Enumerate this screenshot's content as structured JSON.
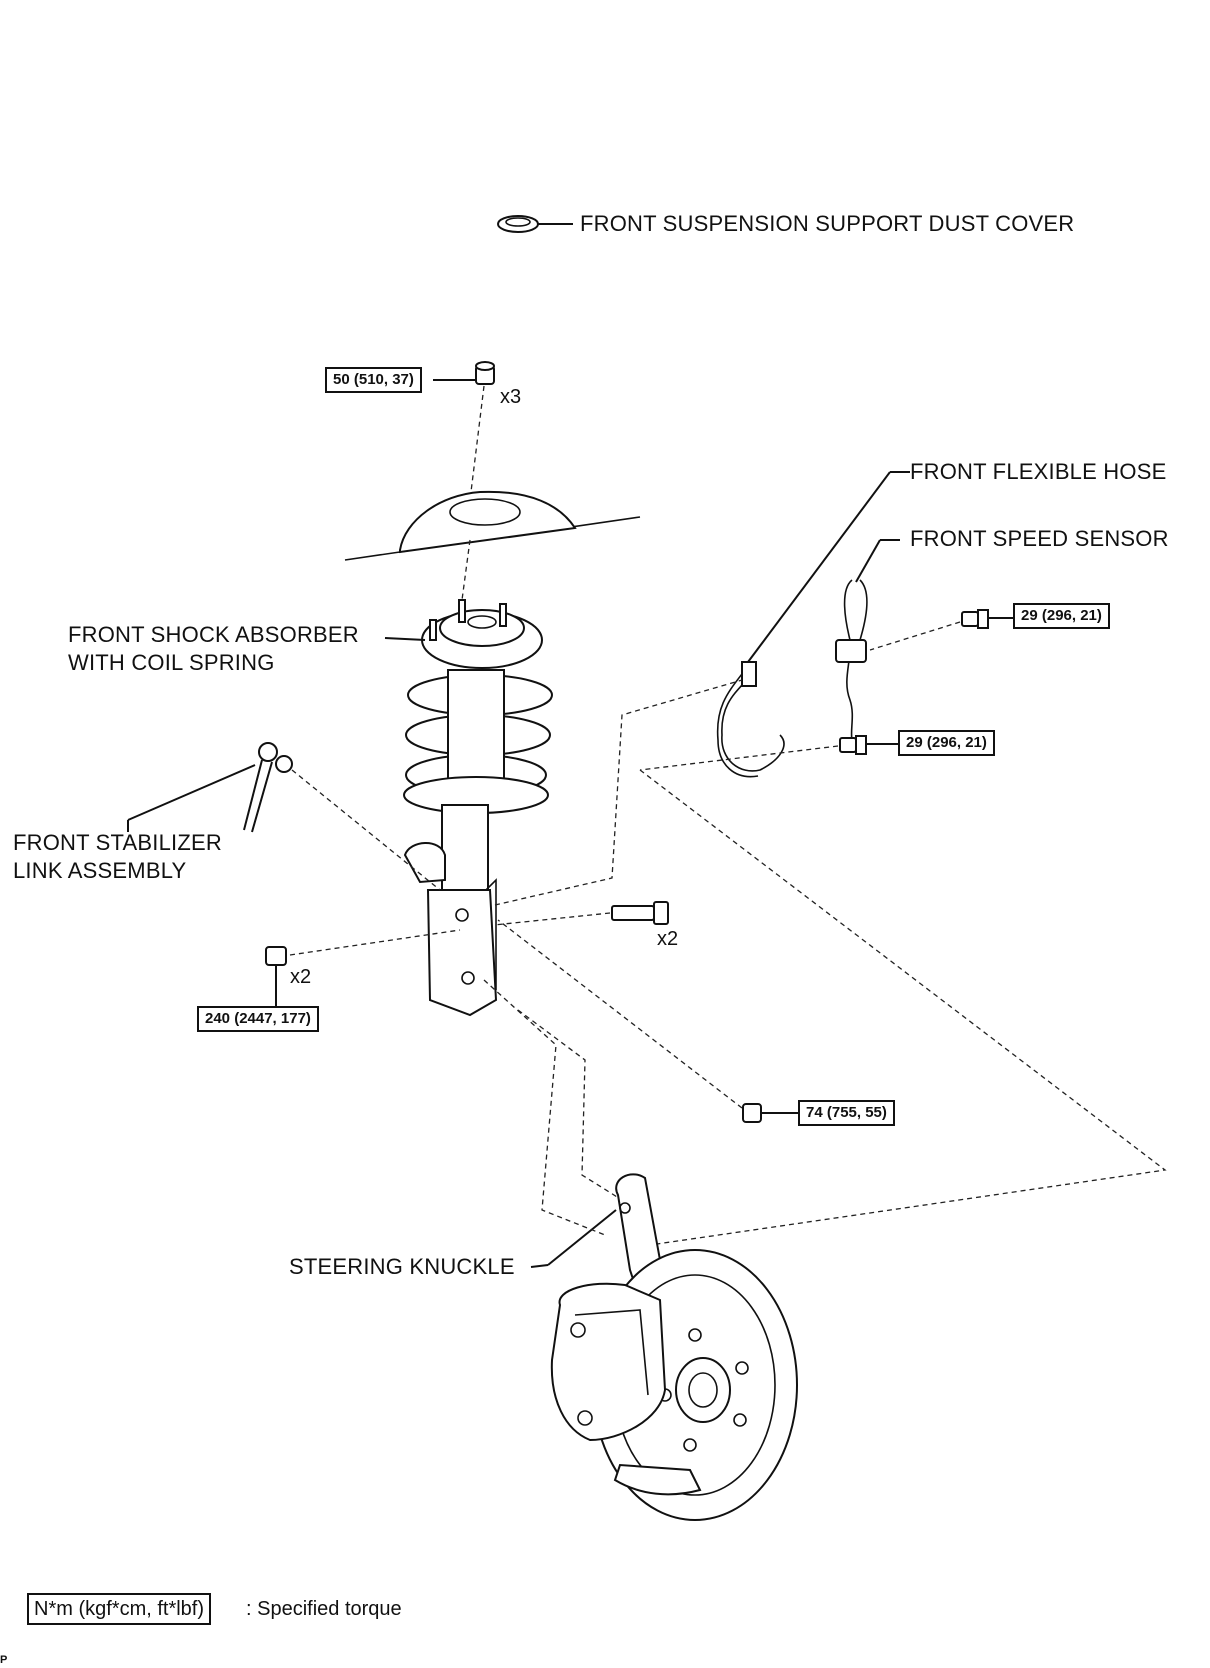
{
  "labels": {
    "dust_cover": "FRONT SUSPENSION SUPPORT DUST COVER",
    "flexible_hose": "FRONT FLEXIBLE HOSE",
    "speed_sensor": "FRONT SPEED SENSOR",
    "shock_absorber_line1": "FRONT SHOCK ABSORBER",
    "shock_absorber_line2": "WITH COIL SPRING",
    "stabilizer_line1": "FRONT STABILIZER",
    "stabilizer_line2": "LINK ASSEMBLY",
    "steering_knuckle": "STEERING KNUCKLE"
  },
  "torques": {
    "top_nut": "50 (510, 37)",
    "speed_sensor_bolt": "29 (296, 21)",
    "hose_bolt": "29 (296, 21)",
    "lower_bolt_nut": "240 (2447, 177)",
    "stabilizer_nut": "74 (755, 55)"
  },
  "quantities": {
    "top_nut": "x3",
    "lower_bolt": "x2",
    "lower_nut": "x2"
  },
  "legend": {
    "unit_box": "N*m (kgf*cm, ft*lbf)",
    "description": ": Specified torque"
  },
  "footer_code": "P"
}
